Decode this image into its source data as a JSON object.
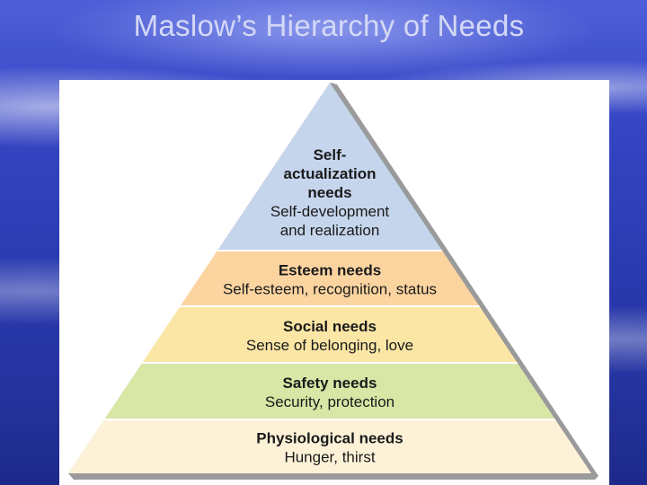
{
  "slide": {
    "title": "Maslow’s Hierarchy of Needs"
  },
  "pyramid": {
    "levels": [
      {
        "name_lines": [
          "Self-",
          "actualization",
          "needs"
        ],
        "desc_lines": [
          "Self-development",
          "and realization"
        ],
        "color": "#c5d5ec"
      },
      {
        "name_lines": [
          "Esteem needs"
        ],
        "desc_lines": [
          "Self-esteem, recognition, status"
        ],
        "color": "#fcd4a0"
      },
      {
        "name_lines": [
          "Social needs"
        ],
        "desc_lines": [
          "Sense of belonging, love"
        ],
        "color": "#fbe6a6"
      },
      {
        "name_lines": [
          "Safety needs"
        ],
        "desc_lines": [
          "Security, protection"
        ],
        "color": "#d8e6a6"
      },
      {
        "name_lines": [
          "Physiological needs"
        ],
        "desc_lines": [
          "Hunger, thirst"
        ],
        "color": "#fdf2d8"
      }
    ],
    "separator_color": "#ffffff",
    "shadow_color": "#9a9a9a"
  }
}
